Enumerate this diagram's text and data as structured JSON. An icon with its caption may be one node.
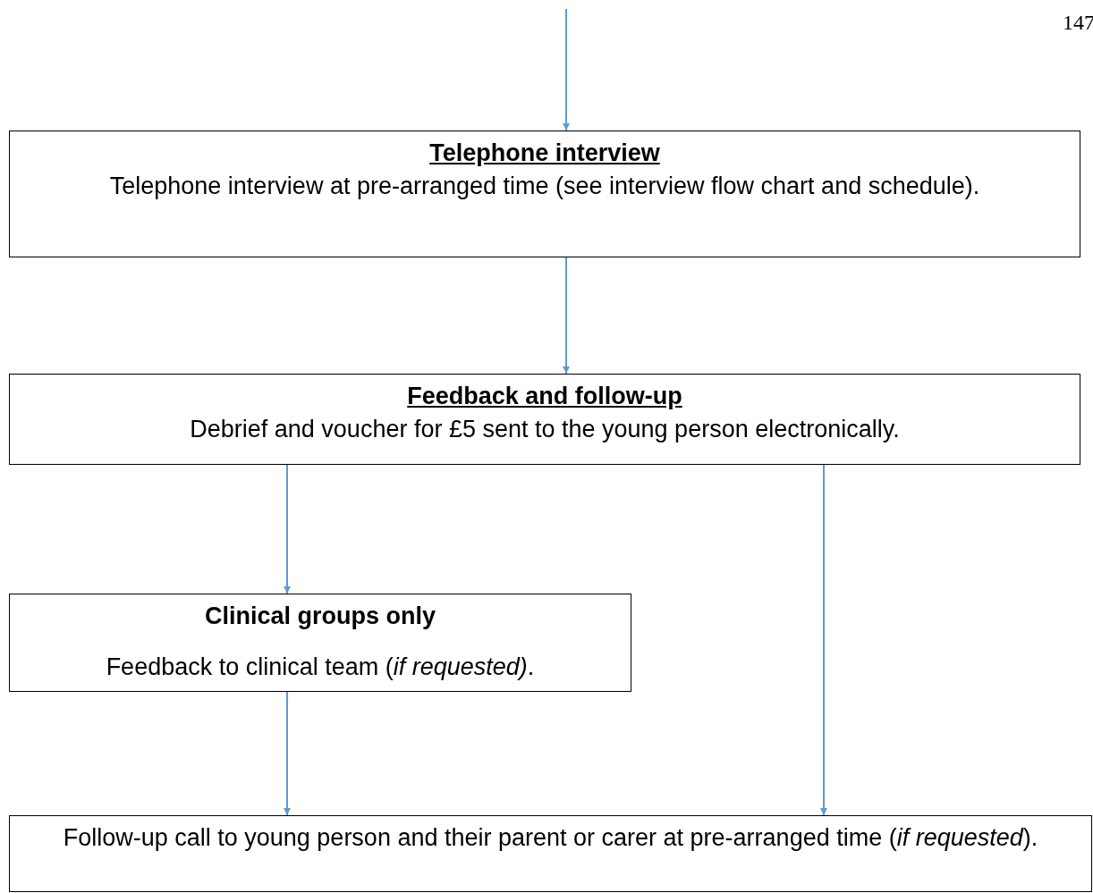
{
  "diagram": {
    "nodes": [
      {
        "text": [
          "Telephone interview",
          "Telephone interview at pre-arranged time (see interview flow chart and schedule)."
        ]
      },
      {
        "text": [
          "Feedback and follow-up",
          "Debrief and voucher for £5 sent to the young person electronically."
        ]
      },
      {
        "text": [
          "Clinical groups only",
          "Feedback to clinical team (*if requested)*."
        ]
      },
      {
        "text": [
          "Follow-up call to young person and their parent or carer at pre-arranged time (*if requested*)."
        ]
      }
    ],
    "edges": [
      {
        "from": null,
        "to": 0,
        "arrow": "to"
      },
      {
        "from": 0,
        "to": 1,
        "arrow": "to"
      },
      {
        "from": 1,
        "to": 2,
        "arrow": "to"
      },
      {
        "from": 1,
        "to": 3,
        "arrow": "to"
      },
      {
        "from": 2,
        "to": 3,
        "arrow": "to"
      }
    ],
    "labels": [
      "147"
    ]
  }
}
